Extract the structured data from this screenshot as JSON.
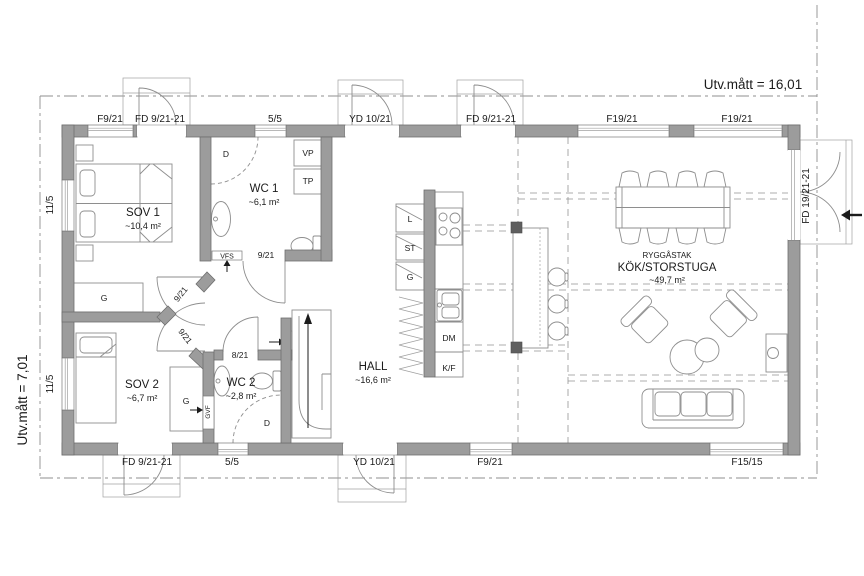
{
  "title_measurements": {
    "horizontal": "Utv.mått = 16,01",
    "vertical": "Utv.mått = 7,01"
  },
  "rooms": [
    {
      "name": "SOV 1",
      "area": "~10,4 m²"
    },
    {
      "name": "WC 1",
      "area": "~6,1 m²"
    },
    {
      "name": "SOV 2",
      "area": "~6,7 m²"
    },
    {
      "name": "WC 2",
      "area": "~2,8 m²"
    },
    {
      "name": "HALL",
      "area": "~16,6 m²"
    },
    {
      "name": "KÖK/STORSTUGA",
      "area": "~49,7 m²",
      "note": "RYGGÅSTAK"
    }
  ],
  "openings": {
    "top": [
      "F9/21",
      "FD 9/21-21",
      "5/5",
      "YD 10/21",
      "FD 9/21-21",
      "F19/21",
      "F19/21"
    ],
    "bottom": [
      "FD 9/21-21",
      "5/5",
      "YD 10/21",
      "F9/21",
      "F15/15"
    ],
    "left": [
      "11/5",
      "11/5"
    ],
    "right": [
      "FD 19/21-21"
    ],
    "interior_doors": {
      "sov1": "9/21",
      "sov2": "9/21",
      "wc1": "9/21",
      "wc2": "8/21"
    }
  },
  "fixtures": {
    "vfs": "VFS",
    "gvf": "GVF",
    "heat_pump": "VP",
    "laundry_tower": "TP",
    "shower_wc1": "D",
    "shower_wc2": "D",
    "wardrobe_sov1": "G",
    "wardrobe_sov2": "G",
    "linen_closet": "L",
    "cleaning_closet": "ST",
    "hall_wardrobe": "G",
    "dishwasher": "DM",
    "fridge_freezer": "K/F"
  }
}
